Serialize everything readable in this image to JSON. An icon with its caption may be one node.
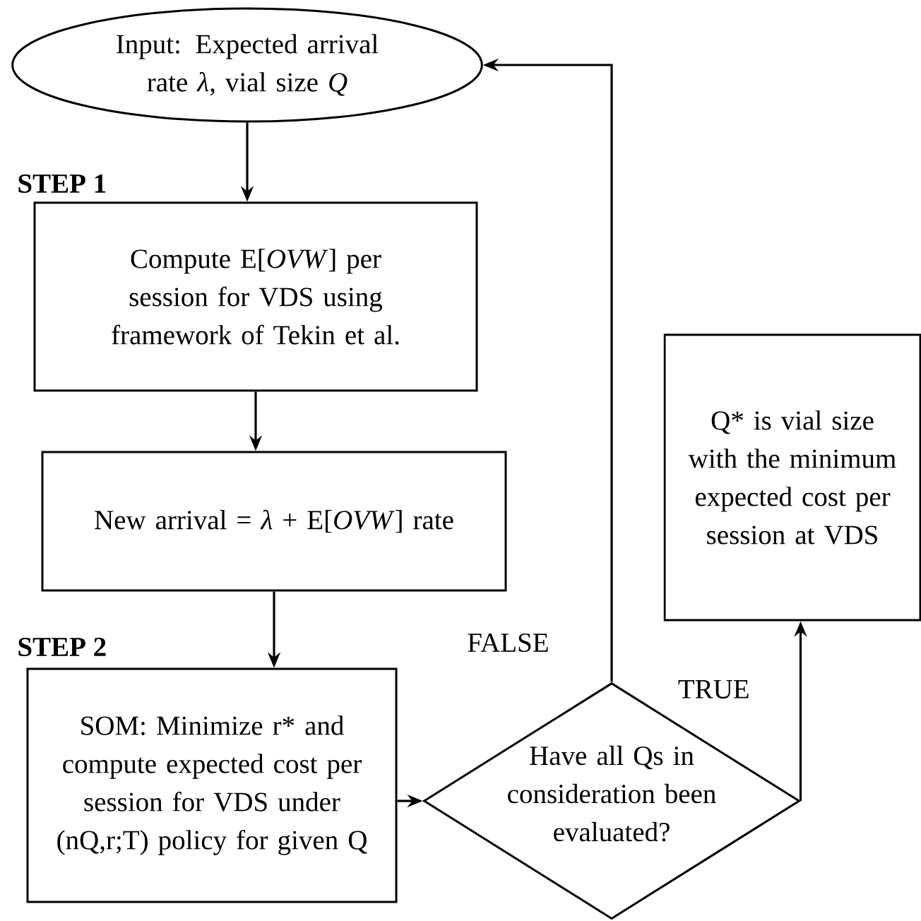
{
  "diagram": {
    "nodes": [
      {
        "text": [
          "Input: Expected arrival rate *λ*, vial size *Q*"
        ]
      },
      {
        "text": [
          "Compute E[*OVW*] per session for VDS using framework of Tekin et al."
        ],
        "beside": [
          "STEP 1"
        ]
      },
      {
        "text": [
          "New arrival = *λ* + E[*OVW*] rate"
        ]
      },
      {
        "text": [
          "SOM: Minimize r* and compute expected cost per session for VDS under (nQ,r;T) policy for given Q"
        ],
        "beside": [
          "STEP 2"
        ]
      },
      {
        "text": [
          "Have all Qs in consideration been evaluated?"
        ]
      },
      {
        "text": [
          "Q* is vial size with the minimum expected cost per session at VDS"
        ]
      }
    ],
    "edges": [
      {
        "from": 0,
        "to": 1,
        "arrow": "to"
      },
      {
        "from": 1,
        "to": 2,
        "arrow": "to"
      },
      {
        "from": 2,
        "to": 3,
        "arrow": "to"
      },
      {
        "from": 3,
        "to": 4,
        "arrow": "to"
      },
      {
        "from": 4,
        "to": 0,
        "arrow": "to",
        "label": "FALSE"
      },
      {
        "from": 4,
        "to": 5,
        "arrow": "to",
        "label": "TRUE"
      }
    ]
  }
}
